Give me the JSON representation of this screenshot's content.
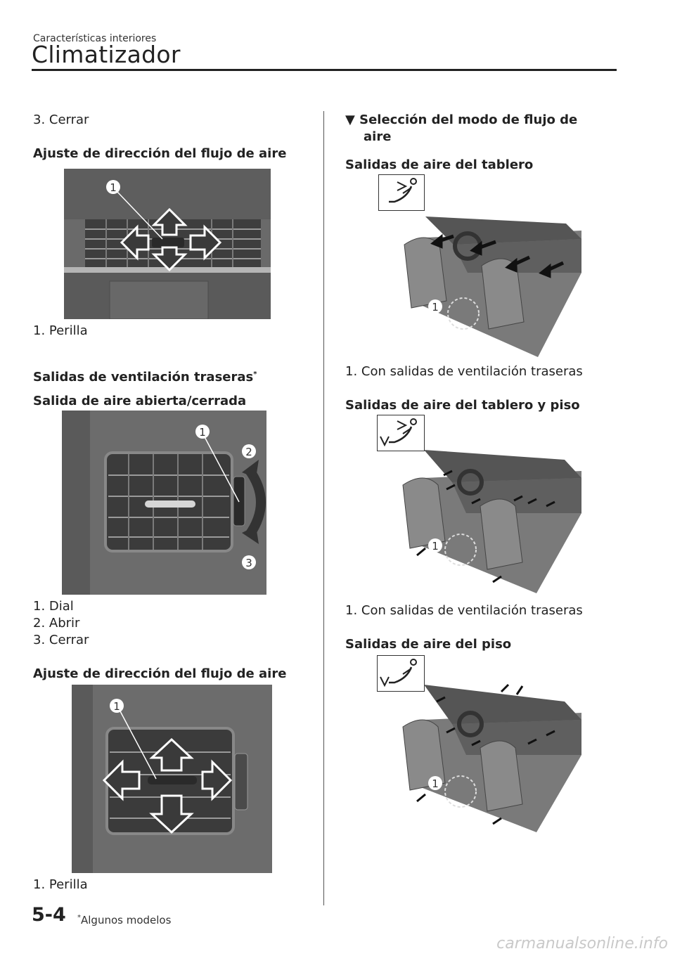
{
  "header": {
    "section": "Características interiores",
    "chapter": "Climatizador"
  },
  "left": {
    "step3": "3.  Cerrar",
    "h_direction1": "Ajuste de dirección del flujo de aire",
    "fig1_caption": "1.  Perilla",
    "h_rear_vents": "Salidas de ventilación traseras",
    "rear_asterisk": "*",
    "h_open_close": "Salida de aire abierta/cerrada",
    "fig2_captions": [
      "1.  Dial",
      "2.  Abrir",
      "3.  Cerrar"
    ],
    "h_direction2": "Ajuste de dirección del flujo de aire",
    "fig3_caption": "1.  Perilla"
  },
  "right": {
    "h_mode": "Selección del modo de flujo de",
    "h_mode_2": "aire",
    "mode_marker": "▼",
    "h_dash": "Salidas de aire del tablero",
    "fig4_caption": "1.  Con salidas de ventilación traseras",
    "h_dash_floor": "Salidas de aire del tablero y piso",
    "fig5_caption": "1.  Con salidas de ventilación traseras",
    "h_floor": "Salidas de aire del piso"
  },
  "callouts": {
    "n1": "1",
    "n2": "2",
    "n3": "3"
  },
  "footer": {
    "page": "5-4",
    "footnote_mark": "*",
    "footnote": "Algunos modelos",
    "watermark": "carmanualsonline.info"
  }
}
